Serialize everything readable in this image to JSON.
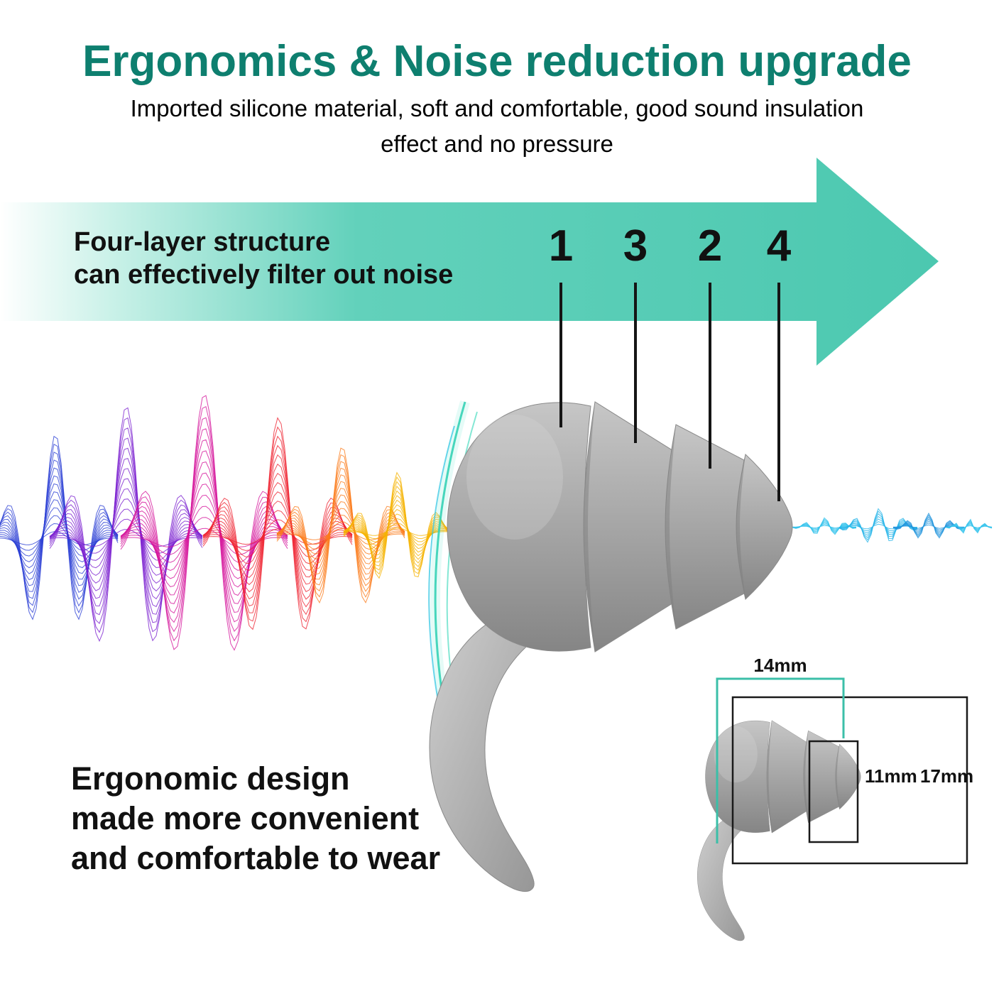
{
  "title": {
    "text": "Ergonomics & Noise reduction upgrade"
  },
  "subtitle": {
    "line1": "Imported silicone material, soft and comfortable, good sound insulation",
    "line2": "effect and no pressure"
  },
  "arrow_banner": {
    "line1": "Four-layer structure",
    "line2": "can effectively filter out noise"
  },
  "layer_labels": [
    "1",
    "3",
    "2",
    "4"
  ],
  "ergonomic_note": {
    "line1": "Ergonomic design",
    "line2": "made more convenient",
    "line3": "and comfortable to wear"
  },
  "dimensions": {
    "width": "14mm",
    "inner": "11mm",
    "length": "17mm"
  },
  "colors": {
    "title_teal": "#0e7f6f",
    "arrow_teal": "#4cc8b0",
    "bracket_teal": "#3bbfa8",
    "earplug_gray": "#a9a9a9",
    "wave_palette": [
      "#2b3fd4",
      "#7a1fd0",
      "#d4149b",
      "#ef2432",
      "#fb7c1b",
      "#f5b301"
    ],
    "wave_blue": "#24b4e8"
  }
}
